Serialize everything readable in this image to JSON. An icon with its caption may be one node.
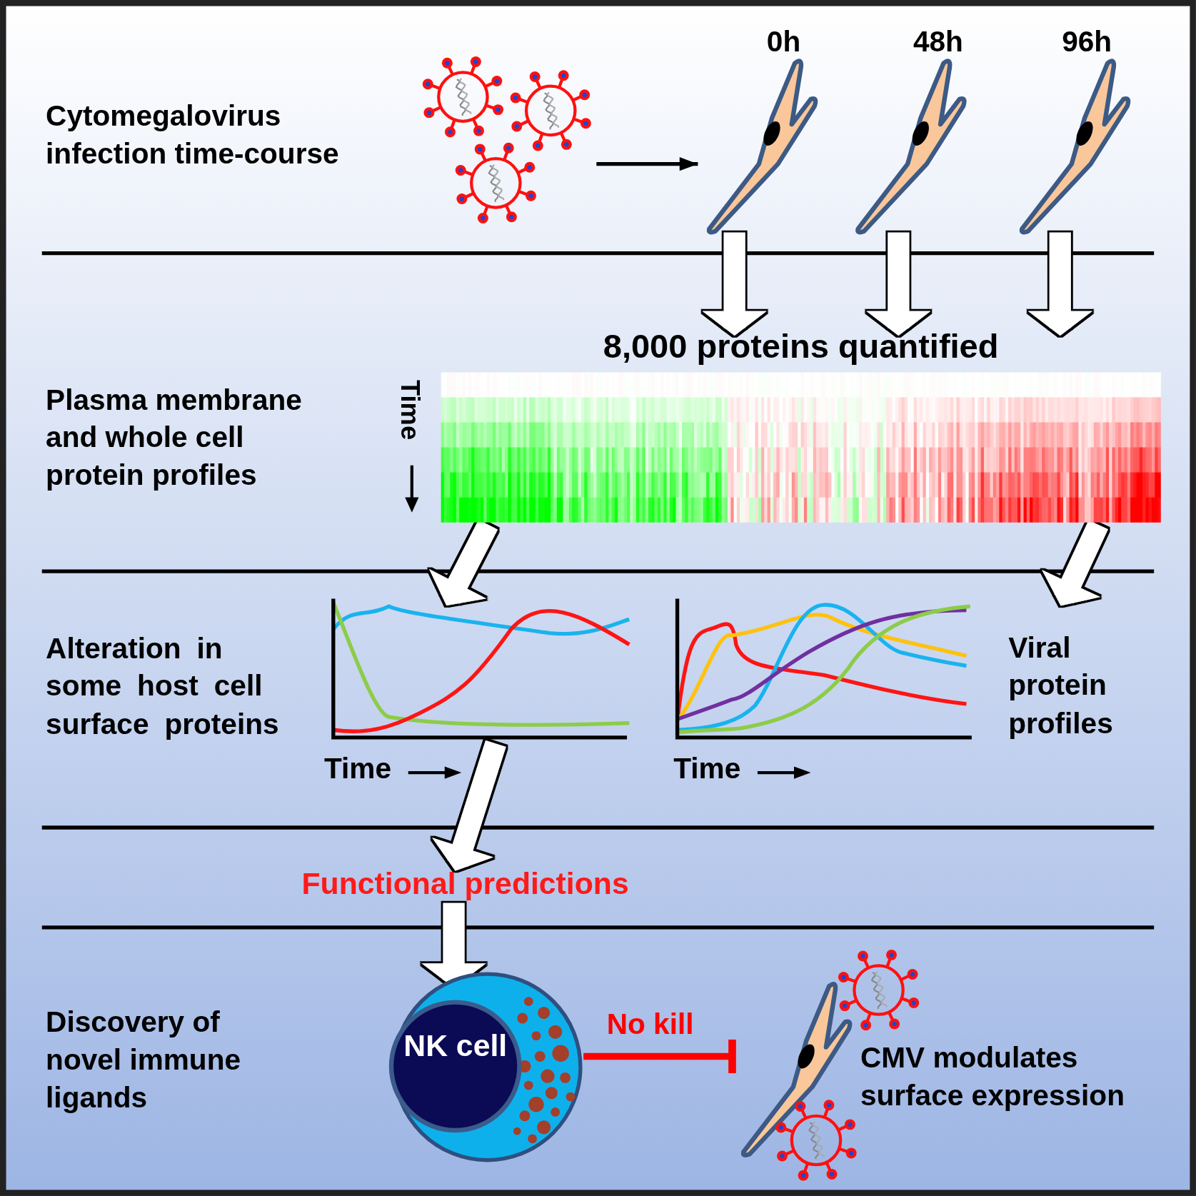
{
  "diagram": {
    "nodes": [
      {
        "text": [],
        "shape": "picture"
      },
      {
        "text": [],
        "shape": "picture",
        "beside": [
          "0h"
        ]
      },
      {
        "text": [],
        "shape": "picture",
        "beside": [
          "48h"
        ]
      },
      {
        "text": [],
        "shape": "picture",
        "beside": [
          "96h"
        ]
      },
      {
        "text": [
          "8,000 proteins quantified"
        ],
        "beside": [
          "Time"
        ]
      },
      {
        "text": [],
        "shape": "picture",
        "beside": [
          "Time"
        ]
      },
      {
        "text": [],
        "shape": "picture",
        "beside": [
          "Time",
          "Viral protein profiles"
        ]
      },
      {
        "text": [
          "Functional predictions"
        ]
      },
      {
        "text": [
          "NK cell"
        ]
      },
      {
        "text": [],
        "shape": "picture",
        "beside": [
          "CMV modulates surface expression"
        ]
      }
    ],
    "edges": [
      {
        "from": 0,
        "to": 1,
        "arrow": "to",
        "color": "#000000"
      },
      {
        "from": 1,
        "to": 4,
        "arrow": "to"
      },
      {
        "from": 2,
        "to": 4,
        "arrow": "to"
      },
      {
        "from": 3,
        "to": 4,
        "arrow": "to"
      },
      {
        "from": 4,
        "to": 5,
        "arrow": "to"
      },
      {
        "from": 4,
        "to": 6,
        "arrow": "to"
      },
      {
        "from": 5,
        "to": 7,
        "arrow": "to"
      },
      {
        "from": 7,
        "to": 8,
        "arrow": "to"
      },
      {
        "from": 8,
        "to": 9,
        "arrow": "other",
        "label": "No kill",
        "color": "#ff0000"
      }
    ],
    "labels": [
      "Cytomegalovirus infection time-course",
      "Plasma membrane and whole cell protein profiles",
      "Alteration in some host cell surface proteins",
      "Discovery of novel immune ligands"
    ]
  }
}
